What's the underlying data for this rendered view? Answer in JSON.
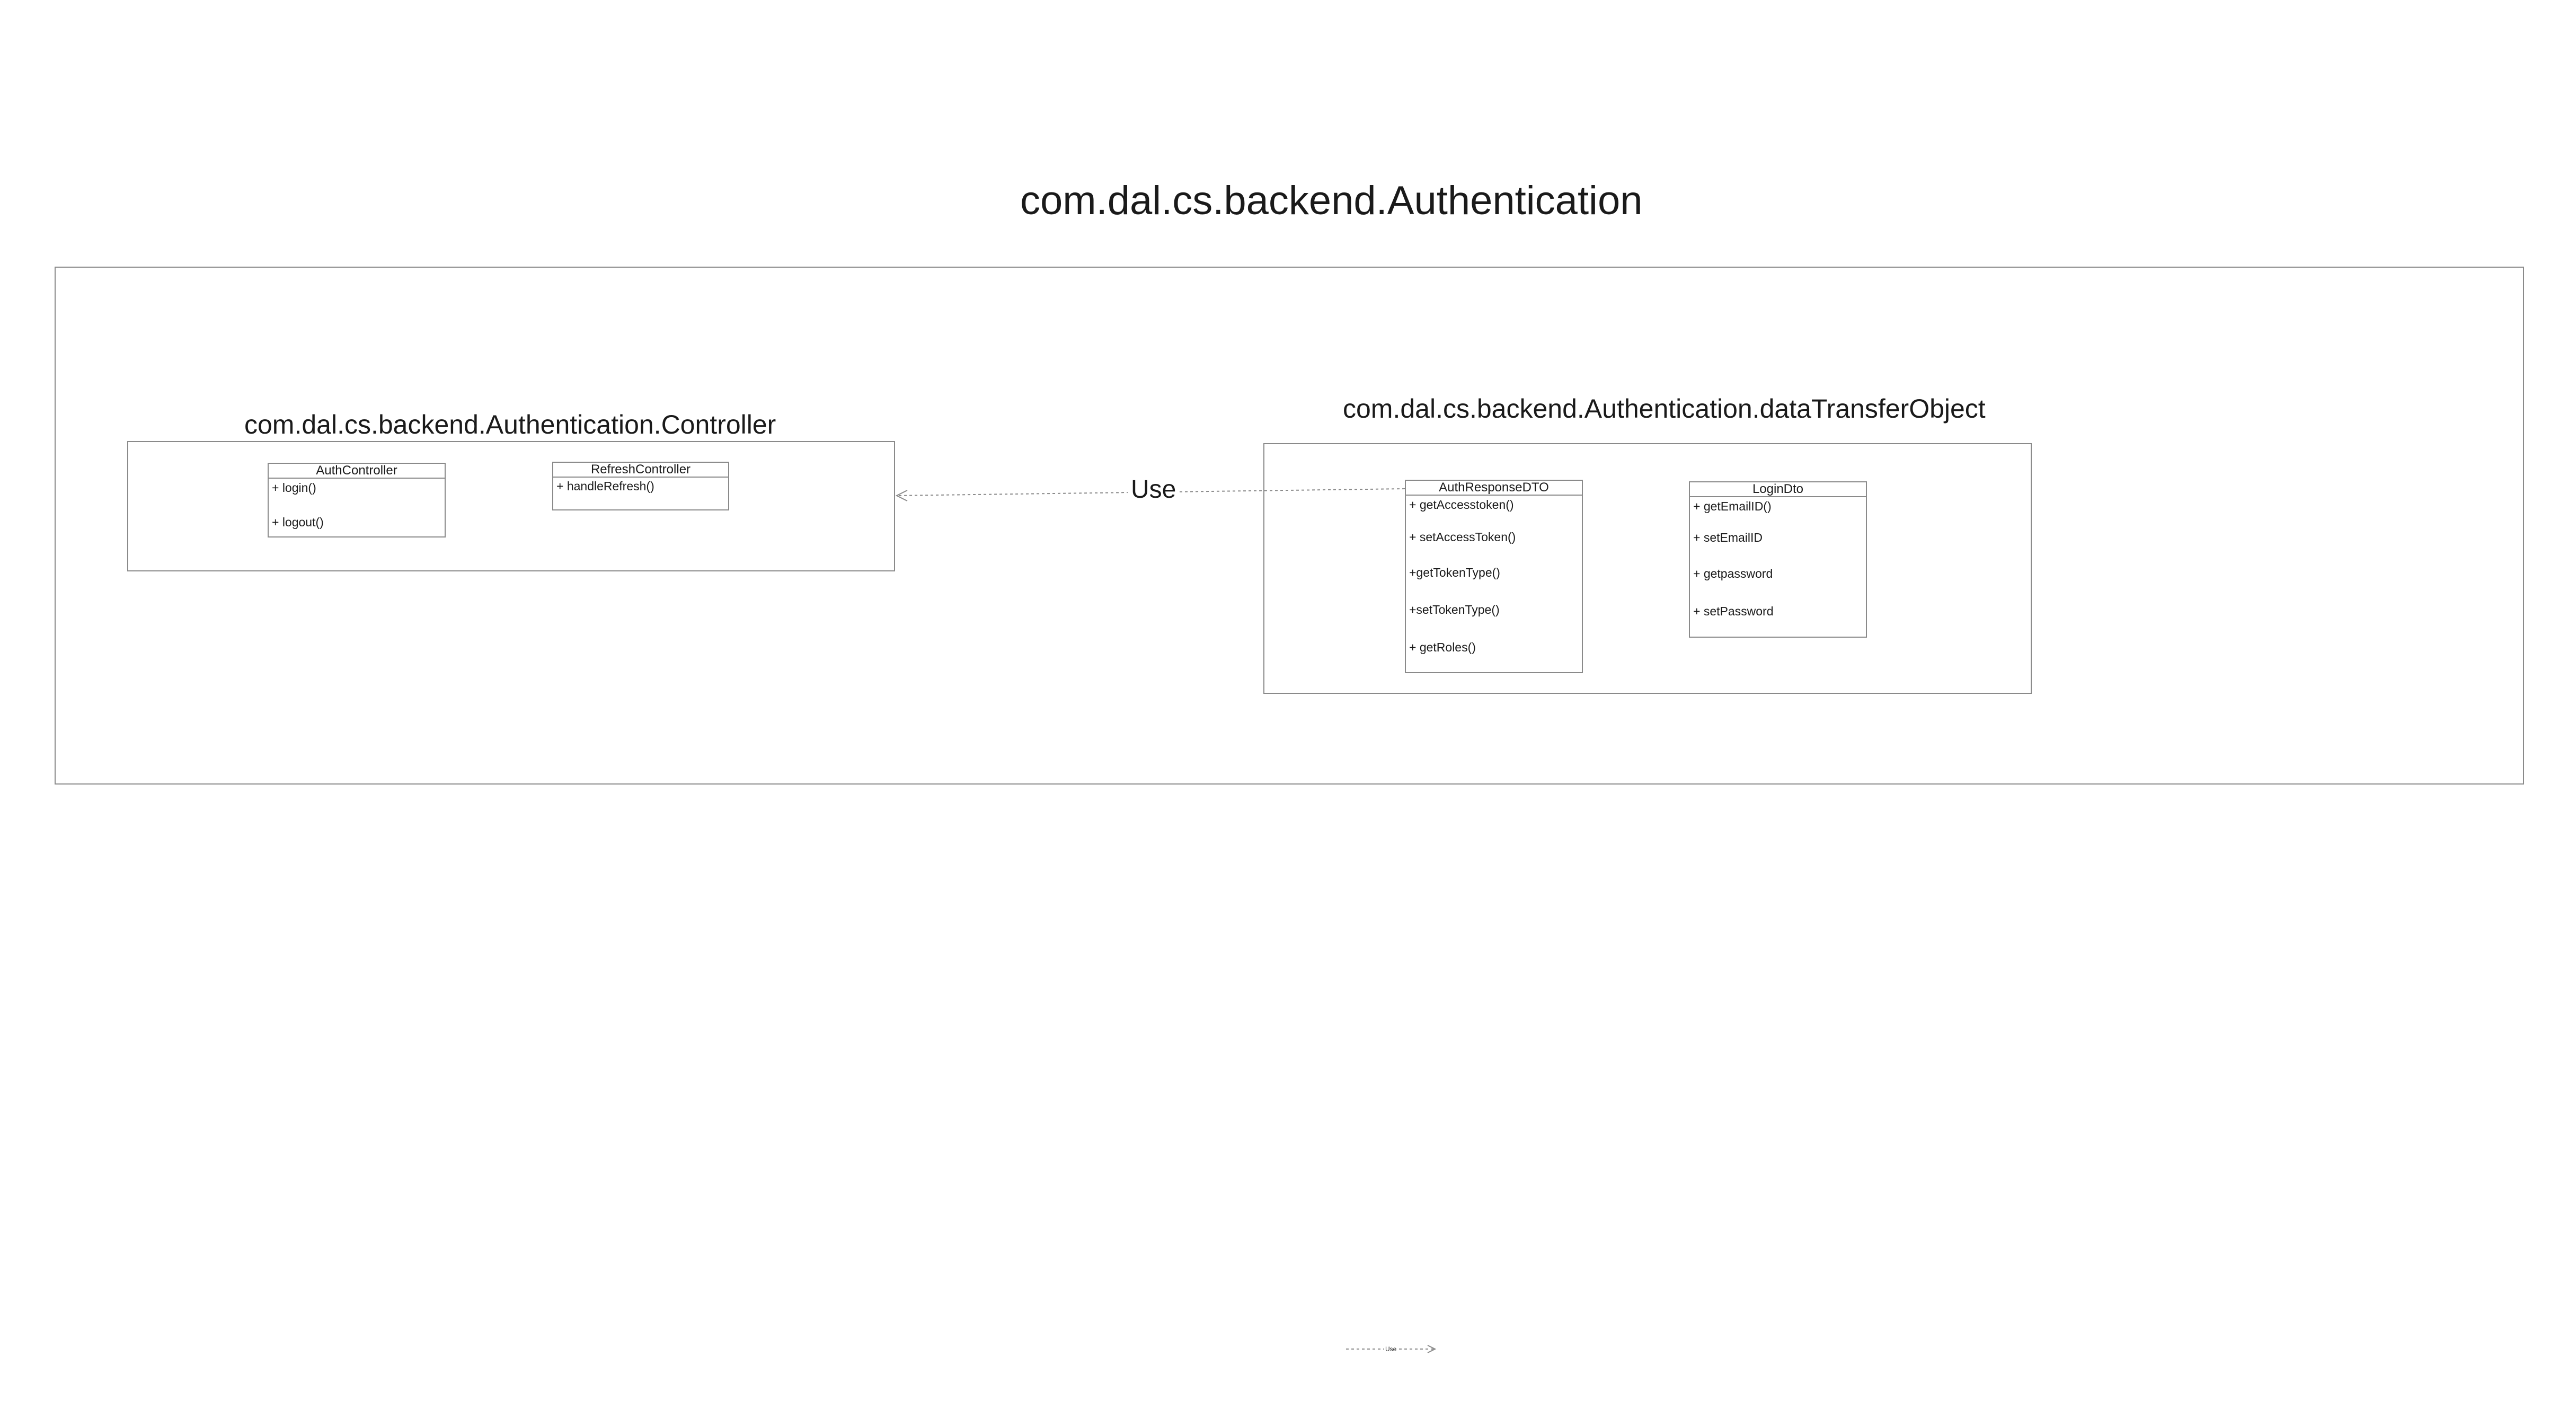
{
  "diagram": {
    "title": "com.dal.cs.backend.Authentication",
    "packages": {
      "controller": {
        "name": "com.dal.cs.backend.Authentication.Controller",
        "classes": [
          {
            "name": "AuthController",
            "methods": [
              "+ login()",
              "+ logout()"
            ]
          },
          {
            "name": "RefreshController",
            "methods": [
              "+ handleRefresh()"
            ]
          }
        ]
      },
      "dto": {
        "name": "com.dal.cs.backend.Authentication.dataTransferObject",
        "classes": [
          {
            "name": "AuthResponseDTO",
            "methods": [
              "+ getAccesstoken()",
              "+ setAccessToken()",
              "+getTokenType()",
              "+setTokenType()",
              "+ getRoles()"
            ]
          },
          {
            "name": "LoginDto",
            "methods": [
              "+ getEmailID()",
              "+ setEmailID",
              "+ getpassword",
              "+ setPassword"
            ]
          }
        ]
      }
    },
    "relation": {
      "label": "Use",
      "type": "dependency"
    },
    "legend": {
      "label": "Use"
    }
  }
}
